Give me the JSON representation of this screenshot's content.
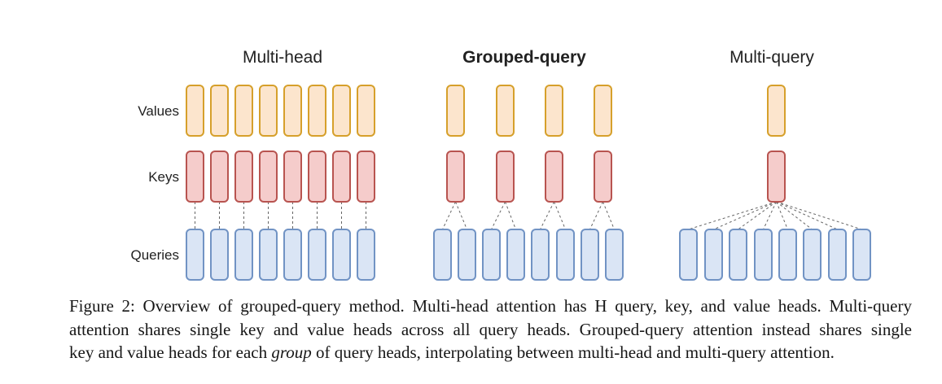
{
  "figure": {
    "panels": [
      {
        "id": "multi-head",
        "title": "Multi-head",
        "title_bold": false,
        "num_value_heads": 8,
        "num_key_heads": 8,
        "num_query_heads": 8,
        "queries_per_key_head": 1
      },
      {
        "id": "grouped-query",
        "title": "Grouped-query",
        "title_bold": true,
        "num_value_heads": 4,
        "num_key_heads": 4,
        "num_query_heads": 8,
        "queries_per_key_head": 2
      },
      {
        "id": "multi-query",
        "title": "Multi-query",
        "title_bold": false,
        "num_value_heads": 1,
        "num_key_heads": 1,
        "num_query_heads": 8,
        "queries_per_key_head": 8
      }
    ],
    "row_labels": {
      "values": "Values",
      "keys": "Keys",
      "queries": "Queries"
    },
    "colors": {
      "value_fill": "#FCE5CD",
      "value_stroke": "#D6A02B",
      "key_fill": "#F5CCCB",
      "key_stroke": "#B85450",
      "query_fill": "#DAE5F5",
      "query_stroke": "#7193C4",
      "connector": "#666666",
      "title_text": "#212121",
      "label_text": "#212121"
    },
    "caption": {
      "line1": "Figure 2: Overview of grouped-query method. Multi-head attention has H query, key, and value heads. Multi-query",
      "line2": "attention shares single key and value heads across all query heads. Grouped-query attention instead shares single",
      "line3_prefix": "key and value heads for each ",
      "line3_italic": "group",
      "line3_suffix": " of query heads, interpolating between multi-head and multi-query attention."
    }
  }
}
